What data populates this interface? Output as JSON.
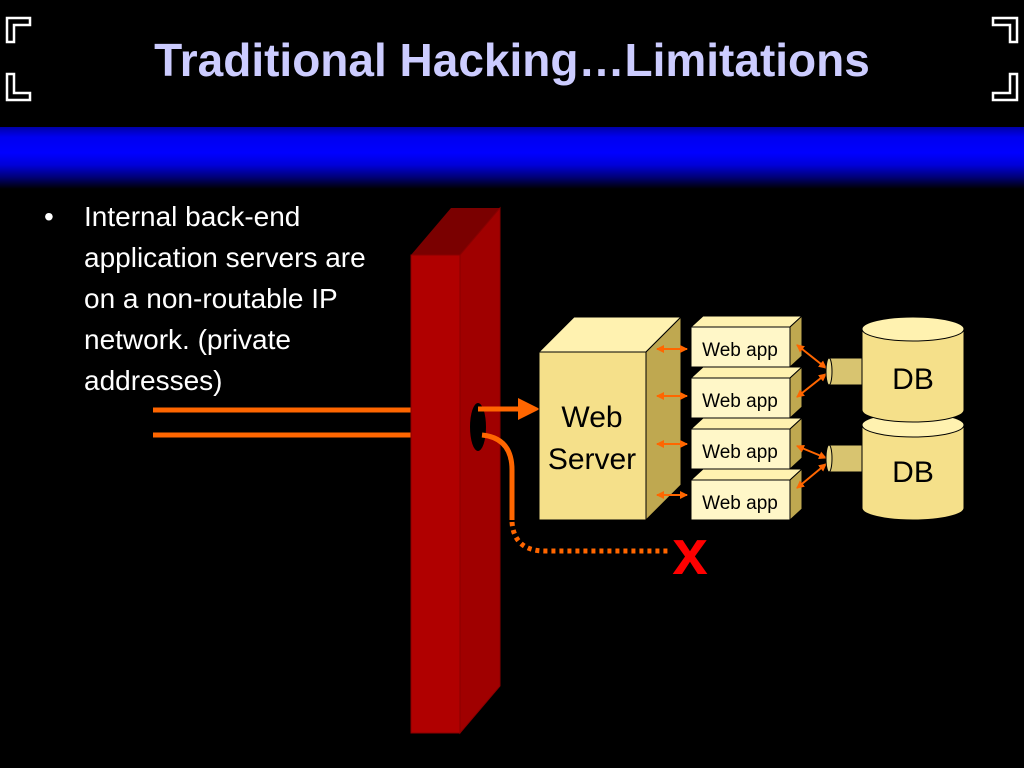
{
  "slide": {
    "title": "Traditional Hacking…Limitations",
    "bullets": [
      "Internal back-end application servers are on a non-routable IP network. (private addresses)"
    ]
  },
  "diagram": {
    "web_server_label": [
      "Web",
      "Server"
    ],
    "web_app_labels": [
      "Web app",
      "Web app",
      "Web app",
      "Web app"
    ],
    "db_labels": [
      "DB",
      "DB"
    ],
    "blocked_marker": "x"
  },
  "colors": {
    "background": "#000000",
    "title_text": "#CCCCFF",
    "band_blue": "#0000FF",
    "firewall_red": "#B00000",
    "connection_orange": "#FF6600",
    "blocked_red": "#FF0000",
    "server_tan": "#F5E08A"
  },
  "icons": {
    "corner_brackets": "corner-bracket-icon",
    "firewall": "firewall-wall",
    "database": "database-cylinder-icon"
  }
}
